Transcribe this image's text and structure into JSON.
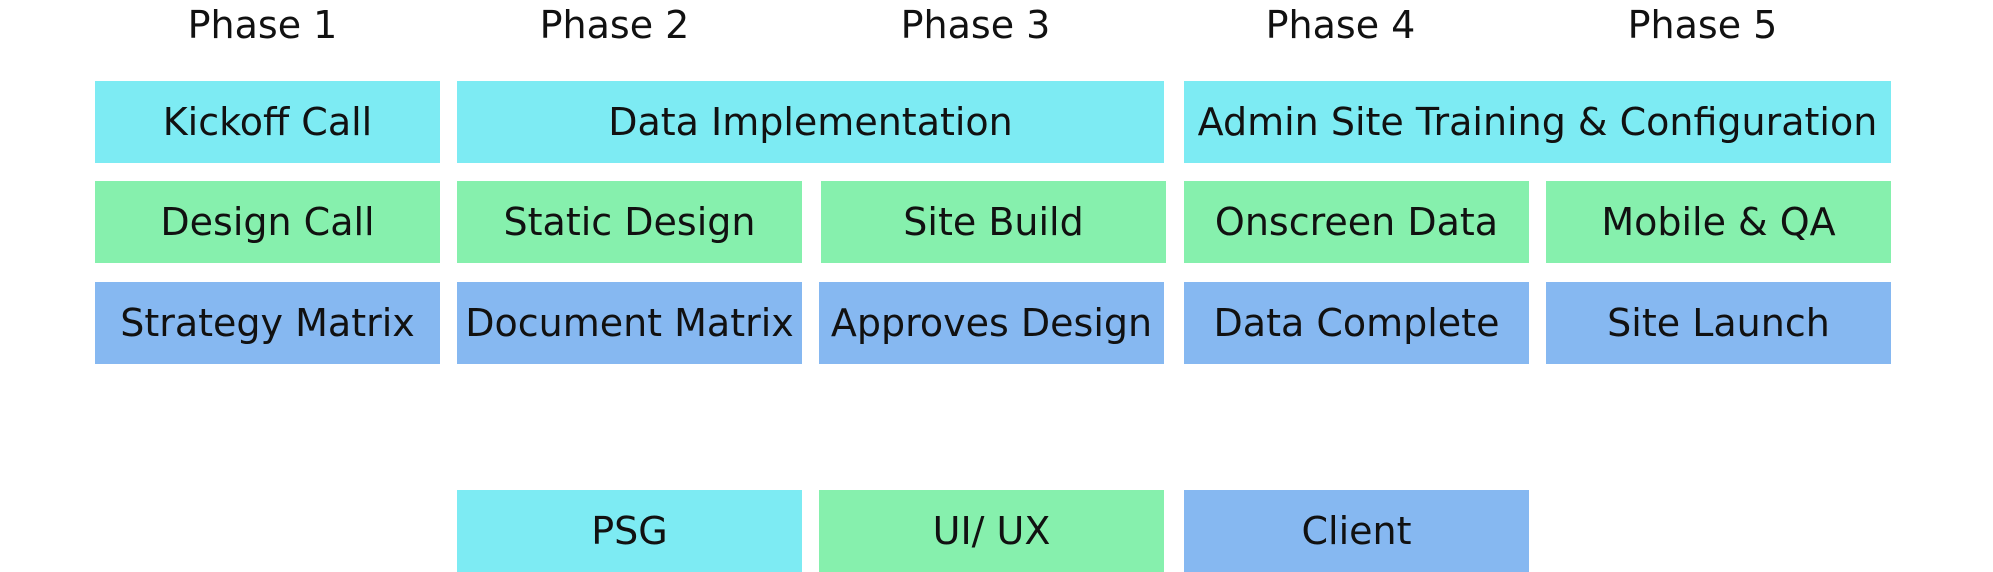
{
  "colors": {
    "psg": "#7debf3",
    "ui_ux": "#86f0ad",
    "client": "#86b8f1"
  },
  "phases": [
    "Phase 1",
    "Phase 2",
    "Phase 3",
    "Phase 4",
    "Phase 5"
  ],
  "rows": {
    "psg": {
      "kickoff_call": "Kickoff Call",
      "data_implementation": "Data Implementation",
      "admin_training": "Admin Site Training & Configuration"
    },
    "ui_ux": {
      "design_call": "Design Call",
      "static_design": "Static Design",
      "site_build": "Site Build",
      "onscreen_data": "Onscreen Data",
      "mobile_qa": "Mobile & QA"
    },
    "client": {
      "strategy_matrix": "Strategy Matrix",
      "document_matrix": "Document Matrix",
      "approves_design": "Approves Design",
      "data_complete": "Data Complete",
      "site_launch": "Site Launch"
    }
  },
  "legend": {
    "psg": "PSG",
    "ui_ux": "UI/ UX",
    "client": "Client"
  }
}
